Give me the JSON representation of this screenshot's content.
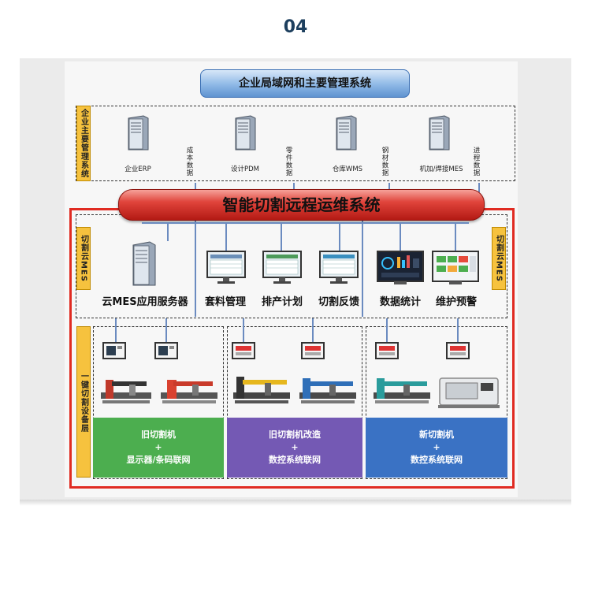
{
  "page_number": "04",
  "top_banner": "企业局域网和主要管理系统",
  "left_labels": {
    "enterprise": "企业主要管理系统",
    "mes_left": "切割云MES",
    "mes_right": "切割云MES",
    "device_layer": "一键切割设备层"
  },
  "servers": [
    {
      "caption": "企业ERP",
      "data_label": "成本数据"
    },
    {
      "caption": "设计PDM",
      "data_label": "零件数据"
    },
    {
      "caption": "仓库WMS",
      "data_label": "钢材数据"
    },
    {
      "caption": "机加/焊接MES",
      "data_label": "进程数据"
    }
  ],
  "main_banner": "智能切割远程运维系统",
  "mes_modules": [
    "云MES应用服务器",
    "套料管理",
    "排产计划",
    "切割反馈",
    "数据统计",
    "维护预警"
  ],
  "device_groups": [
    {
      "line1": "旧切割机",
      "plus": "+",
      "line2": "显示器/条码联网",
      "color": "#4cae4f"
    },
    {
      "line1": "旧切割机改造",
      "plus": "+",
      "line2": "数控系统联网",
      "color": "#7459b4"
    },
    {
      "line1": "新切割机",
      "plus": "+",
      "line2": "数控系统联网",
      "color": "#3a72c4"
    }
  ]
}
